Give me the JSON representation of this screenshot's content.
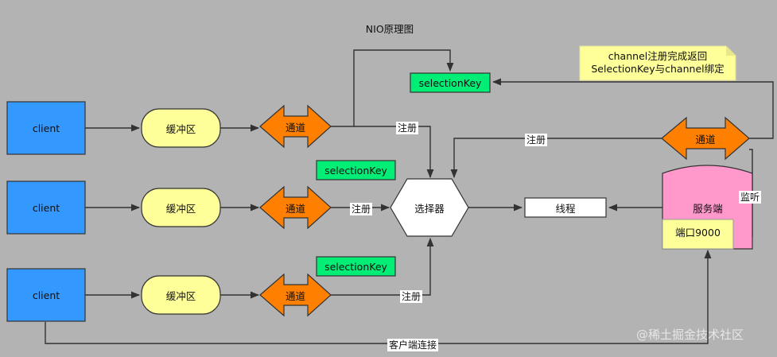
{
  "title": "NIO原理图",
  "nodes": {
    "client_1": "client",
    "client_2": "client",
    "client_3": "client",
    "buffer_1": "缓冲区",
    "buffer_2": "缓冲区",
    "buffer_3": "缓冲区",
    "channel_1": "通道",
    "channel_2": "通道",
    "channel_3": "通道",
    "channel_server": "通道",
    "selector": "选择器",
    "thread": "线程",
    "server": "服务端",
    "port": "端口9000",
    "selection_key_top": "selectionKey",
    "selection_key_mid": "selectionKey",
    "selection_key_bottom": "selectionKey"
  },
  "note": {
    "line1": "channel注册完成返回",
    "line2": "SelectionKey与channel绑定"
  },
  "edge_labels": {
    "register_1": "注册",
    "register_2": "注册",
    "register_3": "注册",
    "register_server": "注册",
    "listen": "监听",
    "client_connect": "客户端连接"
  },
  "watermark": "@稀土掘金技术社区",
  "colors": {
    "background": "#b3b3b3",
    "client": "#3399ff",
    "buffer": "#ffff99",
    "channel": "#ff7f00",
    "selection_key": "#00ee76",
    "server": "#ff99cc",
    "note": "#ffff99"
  }
}
